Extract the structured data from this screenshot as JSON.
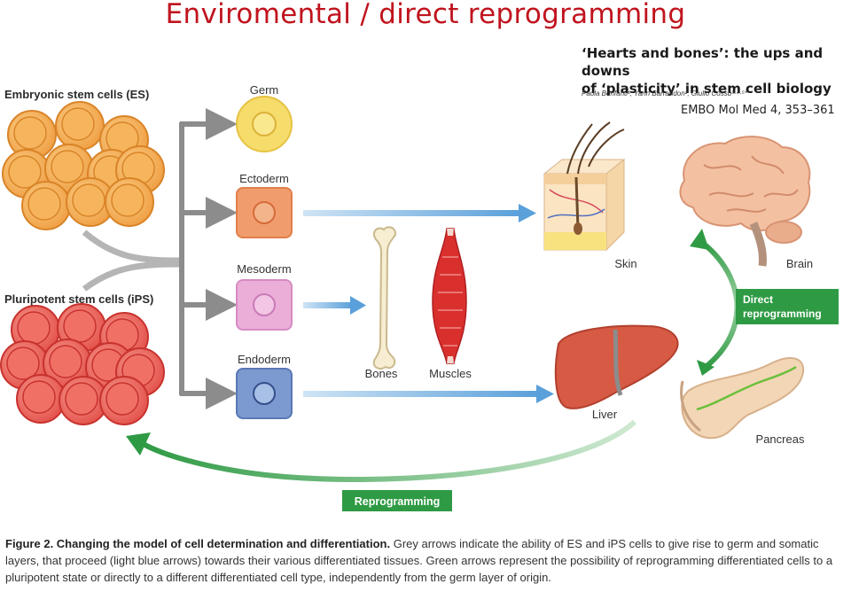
{
  "slide_title": "Enviromental / direct reprogramming",
  "reference": {
    "title_line1": "‘Hearts and bones’: the ups and downs",
    "title_line2": "of ‘plasticity’ in stem cell biology",
    "authors": "Paola Bonfanti¹, Yann Barrandon², Giulio Cossu³·⁴·⁵*",
    "journal": "EMBO Mol Med 4, 353–361"
  },
  "labels": {
    "es_cells": "Embryonic stem cells (ES)",
    "ips_cells": "Pluripotent stem cells (iPS)",
    "germ": "Germ",
    "ectoderm": "Ectoderm",
    "mesoderm": "Mesoderm",
    "endoderm": "Endoderm",
    "bones": "Bones",
    "muscles": "Muscles",
    "skin": "Skin",
    "brain": "Brain",
    "liver": "Liver",
    "pancreas": "Pancreas",
    "direct_line1": "Direct",
    "direct_line2": "reprogramming",
    "reprogramming": "Reprogramming"
  },
  "caption": {
    "heading": "Figure 2. Changing the model of cell determination and differentiation.",
    "body": "Grey arrows indicate the ability of ES and iPS cells to give rise to germ and somatic layers, that proceed (light blue arrows) towards their various differentiated tissues. Green arrows represent the possibility of reprogramming differentiated cells to a pluripotent state or directly to a different differentiated cell type, independently from the germ layer of origin."
  },
  "colors": {
    "title_red": "#c0141e",
    "grey_arrow": "#8c8c8c",
    "blue_arrow": "#6aa8dc",
    "green_arrow": "#2f9a44",
    "es_cell": "#f3a64a",
    "ips_cell": "#ea5d54",
    "germ_cell": "#f6dc6a",
    "ectoderm_cell": "#f19c6c",
    "mesoderm_cell": "#ebaed8",
    "endoderm_cell": "#7c9ad0"
  }
}
